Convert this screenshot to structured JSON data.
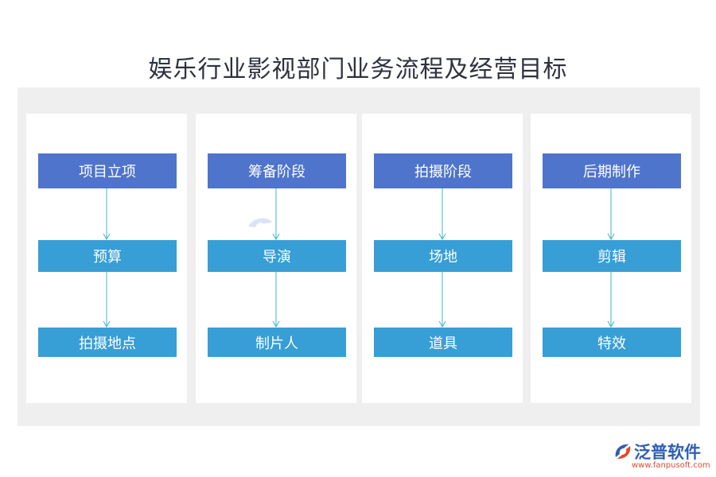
{
  "title": "娱乐行业影视部门业务流程及经营目标",
  "columns": [
    {
      "head": "项目立项",
      "mid": "预算",
      "low": "拍摄地点"
    },
    {
      "head": "筹备阶段",
      "mid": "导演",
      "low": "制片人"
    },
    {
      "head": "拍摄阶段",
      "mid": "场地",
      "low": "道具"
    },
    {
      "head": "后期制作",
      "mid": "剪辑",
      "low": "特效"
    }
  ],
  "logo": {
    "name": "泛普软件",
    "url": "www.fanpusoft.com"
  },
  "colors": {
    "head": "#4f74cc",
    "sub": "#379ed6",
    "arrow": "#3fb4c8",
    "panel": "#efefef"
  }
}
